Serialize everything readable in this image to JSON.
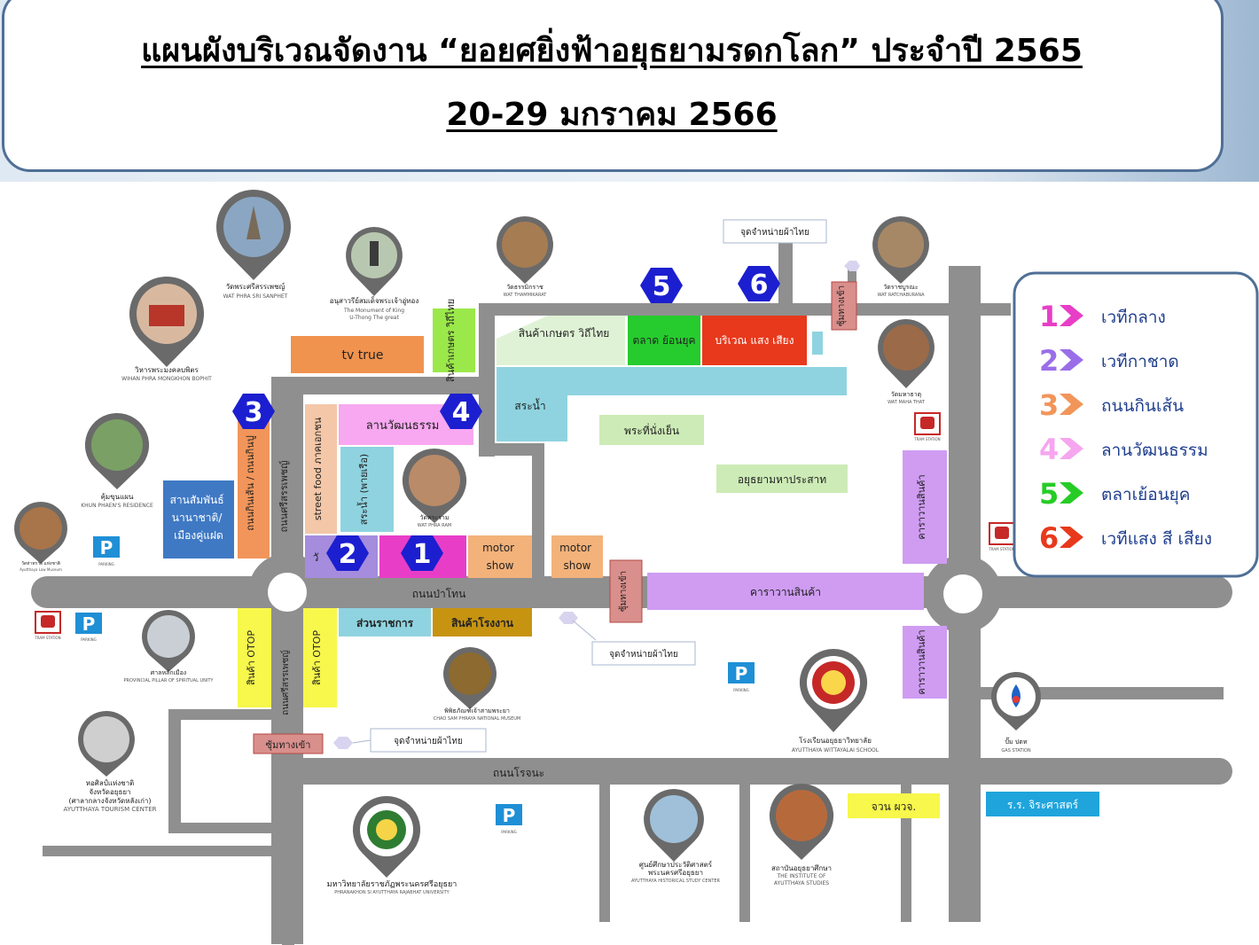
{
  "header": {
    "title_line1": "แผนผังบริเวณจัดงาน “ยอยศยิ่งฟ้าอยุธยามรดกโลก” ประจำปี 2565",
    "title_line2": "20-29 มกราคม 2566"
  },
  "zones": {
    "tv_true": "tv true",
    "agri_vertical": "สินค้าเกษตร วิถีไทย",
    "agri_block": "สินค้าเกษตร วิถีไทย",
    "market": "ตลาด ย้อนยุค",
    "light_sound": "บริเวณ แสง เสียง",
    "pond": "สระน้ำ",
    "pavilion": "พระที่นั่งเย็น",
    "mahaprasat": "อยุธยามหาประสาท",
    "culture_court": "ลานวัฒนธรรม",
    "street_food": "street food ภาคเอกชน",
    "pond_boat": "สระน้ำ (พายเรือ)",
    "food_street": "ถนนกินเส้น / ถนนกินปู",
    "sister_city": "สานสัมพันธ์ นานาชาติ/ เมืองคู่แฝด",
    "motor_show_1": "motor show",
    "motor_show_2": "motor show",
    "government": "ส่วนราชการ",
    "factory": "สินค้าโรงงาน",
    "caravan_main": "คาราวานสินค้า",
    "caravan_upper": "คาราวานสินค้า",
    "caravan_lower": "คาราวานสินค้า",
    "otop_1": "สินค้า OTOP",
    "otop_2": "สินค้า OTOP",
    "stage2_partial": "วั"
  },
  "roads": {
    "pathon": "ถนนป่าโทน",
    "rojana": "ถนนโรจนะ",
    "sisanphet_upper": "ถนนศรีสรรเพชญ์",
    "sisanphet_lower": "ถนนศรีสรรเพชญ์"
  },
  "entrances": {
    "top": "ซุ้มทางเข้า",
    "middle": "ซุ้มทางเข้า",
    "bottom": "ซุ้มทางเข้า"
  },
  "fabric_points": {
    "top": "จุดจำหน่ายผ้าไทย",
    "middle": "จุดจำหน่ายผ้าไทย",
    "bottom": "จุดจำหน่ายผ้าไทย"
  },
  "stage_markers": [
    "1",
    "2",
    "3",
    "4",
    "5",
    "6"
  ],
  "landmarks": {
    "wat_sri_sanphet_th": "วัดพระศรีสรรเพชญ์",
    "wat_sri_sanphet_en": "WAT PHRA SRI SANPHET",
    "monument_th": "อนุสาวรีย์สมเด็จพระเจ้าอู่ทอง",
    "monument_en1": "The Monument of King",
    "monument_en2": "U-Thong The great",
    "wat_thammikarat_th": "วัดธรรมิกราช",
    "wat_thammikarat_en": "WAT THAMMIKARAT",
    "wat_ratchaburana_th": "วัดราชบูรณะ",
    "wat_ratchaburana_en": "WAT RATCHABURANA",
    "wat_mahathat_th": "วัดมหาธาตุ",
    "wat_mahathat_en": "WAT MAHA THAT",
    "mongkhon_th": "วิหารพระมงคลบพิตร",
    "mongkhon_en": "WIHAN PHRA MONGKHON BOPHIT",
    "khun_phaen_th": "คุ้มขุนแผน",
    "khun_phaen_en": "KHUN PHAEN'S RESIDENCE",
    "wat_phra_ram_th": "วัดพระราม",
    "wat_phra_ram_en": "WAT PHRA RAM",
    "left_edge_th": "วัดท่าทราย แห่งชาติ",
    "left_edge_en": "Ayutthaya Law Museum",
    "city_pillar_th": "ศาลหลักเมือง",
    "city_pillar_en": "PROVINCIAL PILLAR OF SPIRITUAL UNITY",
    "museum_th": "พิพิธภัณฑ์เจ้าสามพระยา",
    "museum_en": "CHAO SAM PHRAYA NATIONAL MUSEUM",
    "tourism_th1": "หอศิลป์แห่งชาติ",
    "tourism_th2": "จังหวัดอยุธยา",
    "tourism_th3": "(ศาลากลางจังหวัดหลังเก่า)",
    "tourism_en": "AYUTTHAYA TOURISM CENTER",
    "rajabhat_th": "มหาวิทยาลัยราชภัฏพระนครศรีอยุธยา",
    "rajabhat_en": "PHRANAKHON SI AYUTTHAYA RAJABHAT UNIVERSITY",
    "history_center_th1": "ศูนย์ศึกษาประวัติศาสตร์",
    "history_center_th2": "พระนครศรีอยุธยา",
    "history_center_en": "AYUTTHAYA HISTORICAL STUDY CENTER",
    "institute_th": "สถาบันอยุธยาศึกษา",
    "institute_en1": "THE INSTITUTE OF",
    "institute_en2": "AYUTTHAYA STUDIES",
    "school_th": "โรงเรียนอยุธยาวิทยาลัย",
    "school_en": "AYUTTHAYA WITTAYALAI SCHOOL",
    "gas_th": "ปั๊ม ปตท",
    "gas_en": "GAS STATION"
  },
  "boxes": {
    "juan": "จวน ผวจ.",
    "hospital": "ร.ร. จิระศาสตร์"
  },
  "facilities": {
    "parking_letter": "P",
    "parking_label": "PARKING",
    "bus_label": "TRAM STATION"
  },
  "legend": [
    {
      "num": "1",
      "label": "เวทีกลาง",
      "color": "#e83ec7"
    },
    {
      "num": "2",
      "label": "เวทีกาชาด",
      "color": "#9a6ee8"
    },
    {
      "num": "3",
      "label": "ถนนกินเส้น",
      "color": "#f2955a"
    },
    {
      "num": "4",
      "label": "ลานวัฒนธรรม",
      "color": "#f5a6ef"
    },
    {
      "num": "5",
      "label": "ตลาเย้อนยุค",
      "color": "#26cc26"
    },
    {
      "num": "6",
      "label": "เวทีแสง สี เสียง",
      "color": "#e8391c"
    }
  ],
  "colors": {
    "road": "#8f8f8f",
    "marker": "#1c1fcf",
    "legend_border": "#4f6f96",
    "header_border": "#4f6f96"
  }
}
